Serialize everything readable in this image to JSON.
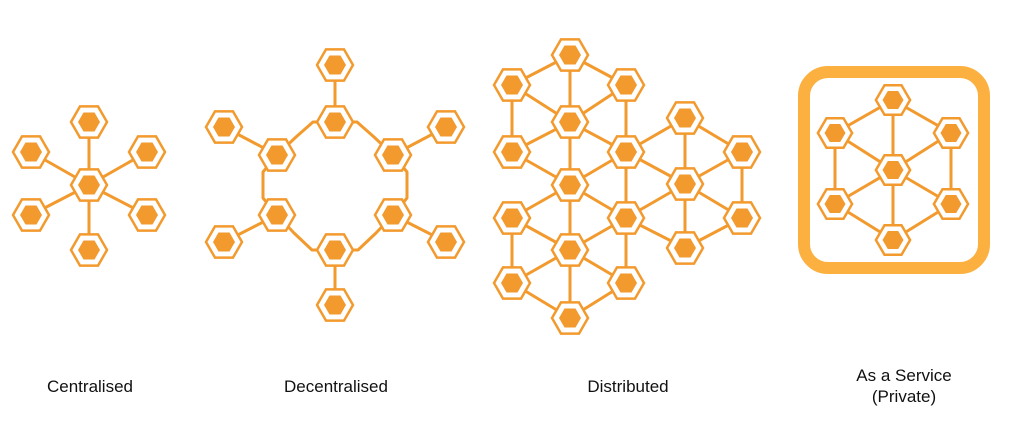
{
  "colors": {
    "accent": "#f29a2e",
    "frame": "#fbb040",
    "text": "#111111"
  },
  "diagrams": [
    {
      "id": "centralised",
      "label": "Centralised"
    },
    {
      "id": "decentralised",
      "label": "Decentralised"
    },
    {
      "id": "distributed",
      "label": "Distributed"
    },
    {
      "id": "service",
      "label_lines": [
        "As a Service",
        "(Private)"
      ]
    }
  ]
}
